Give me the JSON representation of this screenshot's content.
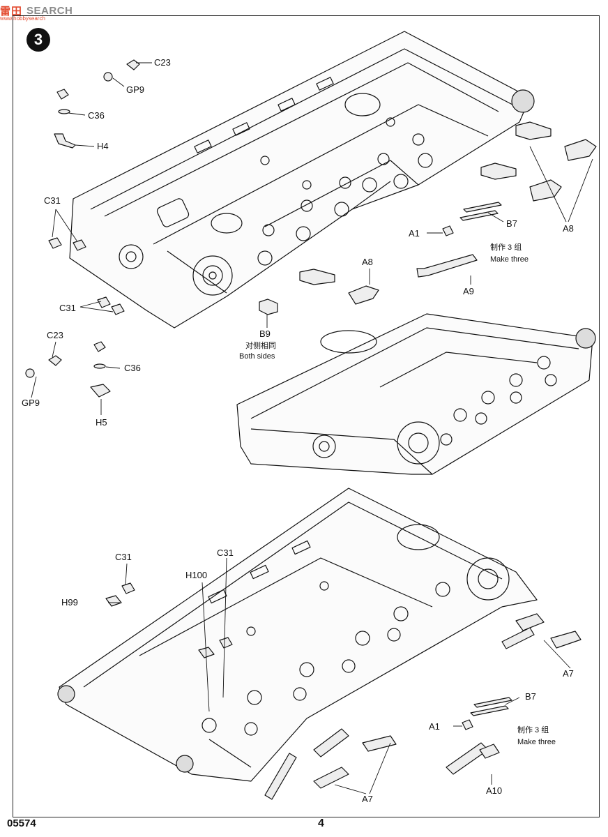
{
  "watermark": {
    "brand_cn": "雷田",
    "brand_en": "SEARCH",
    "site": "www.hobbysearch"
  },
  "step_number": "3",
  "labels": {
    "c23_a": "C23",
    "gp9_a": "GP9",
    "c36_a": "C36",
    "h4": "H4",
    "c31_a": "C31",
    "c31_b": "C31",
    "c23_b": "C23",
    "c36_b": "C36",
    "gp9_b": "GP9",
    "h5": "H5",
    "b9": "B9",
    "a8_a": "A8",
    "a8_b": "A8",
    "b7_a": "B7",
    "a1_a": "A1",
    "a9": "A9",
    "c31_c": "C31",
    "c31_d": "C31",
    "h100": "H100",
    "h99": "H99",
    "a7_a": "A7",
    "a7_b": "A7",
    "b7_b": "B7",
    "a1_b": "A1",
    "a10": "A10"
  },
  "notes": {
    "both_sides_cn": "对侧相同",
    "both_sides_en": "Both sides",
    "make_three_cn_a": "制作 3 组",
    "make_three_en_a": "Make three",
    "make_three_cn_b": "制作 3 组",
    "make_three_en_b": "Make three"
  },
  "footer": {
    "kit_code": "05574",
    "page_number": "4"
  }
}
